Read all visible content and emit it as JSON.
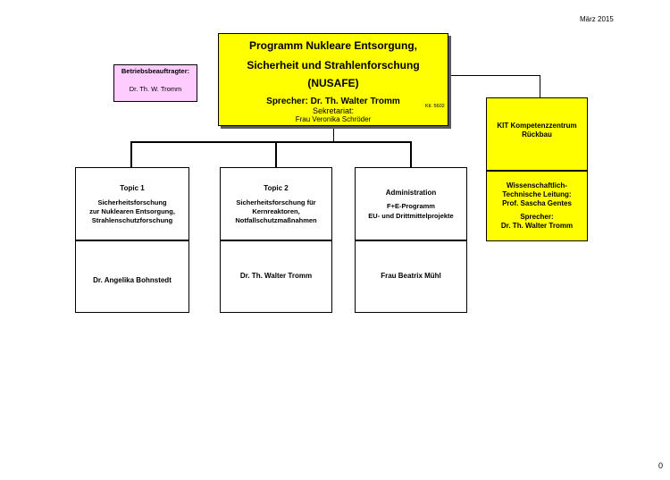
{
  "date": "März 2015",
  "page_number": "0",
  "colors": {
    "yellow": "#ffff00",
    "pink": "#ffccff",
    "shadow": "#5a5a5a"
  },
  "main": {
    "title_line1": "Programm Nukleare Entsorgung,",
    "title_line2": "Sicherheit und Strahlenforschung",
    "title_line3": "(NUSAFE)",
    "speaker": "Sprecher: Dr. Th. Walter Tromm",
    "secretariat_label": "Sekretariat:",
    "secretariat_name": "Frau Veronika Schröder",
    "extension": "Ktl. 5602"
  },
  "operations_officer": {
    "title": "Betriebsbeauftragter:",
    "name": "Dr. Th. W. Tromm"
  },
  "kit_center": {
    "title_line1": "KIT Kompetenzzentrum",
    "title_line2": "Rückbau",
    "lead_line1": "Wissenschaftlich-",
    "lead_line2": "Technische Leitung:",
    "lead_line3": "Prof. Sascha Gentes",
    "speaker_label": "Sprecher:",
    "speaker_name": "Dr. Th. Walter Tromm"
  },
  "units": [
    {
      "heading": "Topic 1",
      "desc_line1": "Sicherheitsforschung",
      "desc_line2": "zur Nuklearen Entsorgung,",
      "desc_line3": "Strahlenschutzforschung",
      "person": "Dr. Angelika Bohnstedt"
    },
    {
      "heading": "Topic 2",
      "desc_line1": "Sicherheitsforschung für",
      "desc_line2": "Kernreaktoren,",
      "desc_line3": "Notfallschutzmaßnahmen",
      "person": "Dr. Th. Walter Tromm"
    },
    {
      "heading": "Administration",
      "desc_line1": "F+E-Programm",
      "desc_line2": "EU- und Drittmittelprojekte",
      "desc_line3": "",
      "person": "Frau Beatrix Mühl"
    }
  ]
}
